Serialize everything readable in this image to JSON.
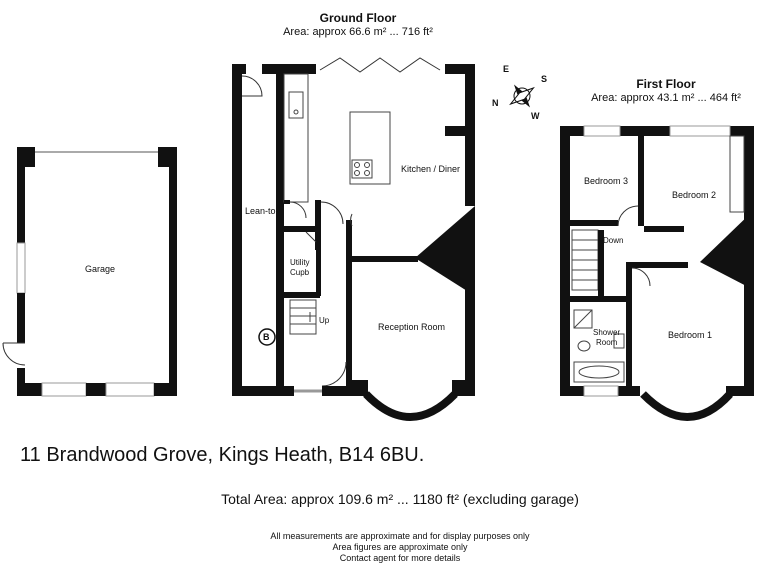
{
  "ground_floor": {
    "title": "Ground Floor",
    "area": "Area: approx 66.6 m² ... 716 ft²",
    "rooms": {
      "kitchen": "Kitchen / Diner",
      "lean_to": "Lean-to",
      "utility_line1": "Utility",
      "utility_line2": "Cupb",
      "up": "Up",
      "boiler": "B",
      "reception": "Reception Room"
    }
  },
  "garage": {
    "label": "Garage"
  },
  "first_floor": {
    "title": "First Floor",
    "area": "Area: approx 43.1 m² ... 464 ft²",
    "rooms": {
      "bedroom3": "Bedroom 3",
      "bedroom2": "Bedroom 2",
      "down": "Down",
      "shower_line1": "Shower",
      "shower_line2": "Room",
      "bedroom1": "Bedroom 1"
    }
  },
  "compass": {
    "n": "N",
    "e": "E",
    "s": "S",
    "w": "W"
  },
  "address": "11 Brandwood Grove, Kings Heath, B14 6BU.",
  "total_area": "Total Area: approx 109.6 m² ... 1180 ft² (excluding garage)",
  "notes": [
    "All measurements are approximate and for display purposes only",
    "Area figures are approximate only",
    "Contact agent for more details"
  ],
  "colors": {
    "wall": "#111111",
    "fixture": "#888888",
    "window": "#cccccc"
  }
}
